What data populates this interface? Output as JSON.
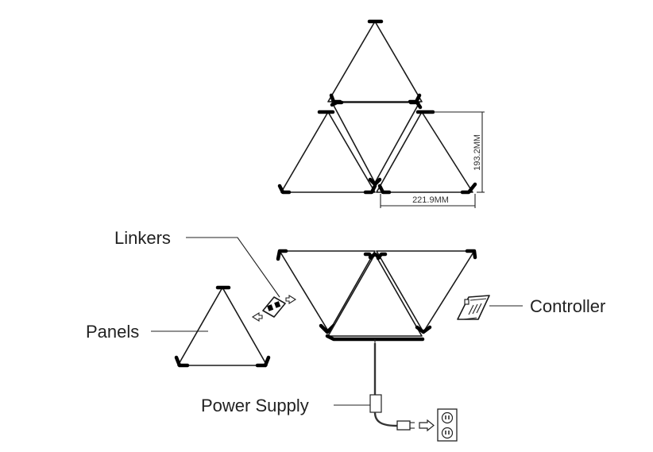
{
  "dimensions": {
    "height_label": "193.2MM",
    "width_label": "221.9MM"
  },
  "labels": {
    "linkers": "Linkers",
    "panels": "Panels",
    "controller": "Controller",
    "power_supply": "Power Supply"
  },
  "colors": {
    "line": "#1a1a1a",
    "corner_cap": "#000000",
    "background": "#ffffff"
  },
  "icons": {
    "linker": "linker-connector-icon",
    "controller": "controller-module-icon",
    "power_plug": "power-plug-icon",
    "outlet": "wall-outlet-icon"
  }
}
